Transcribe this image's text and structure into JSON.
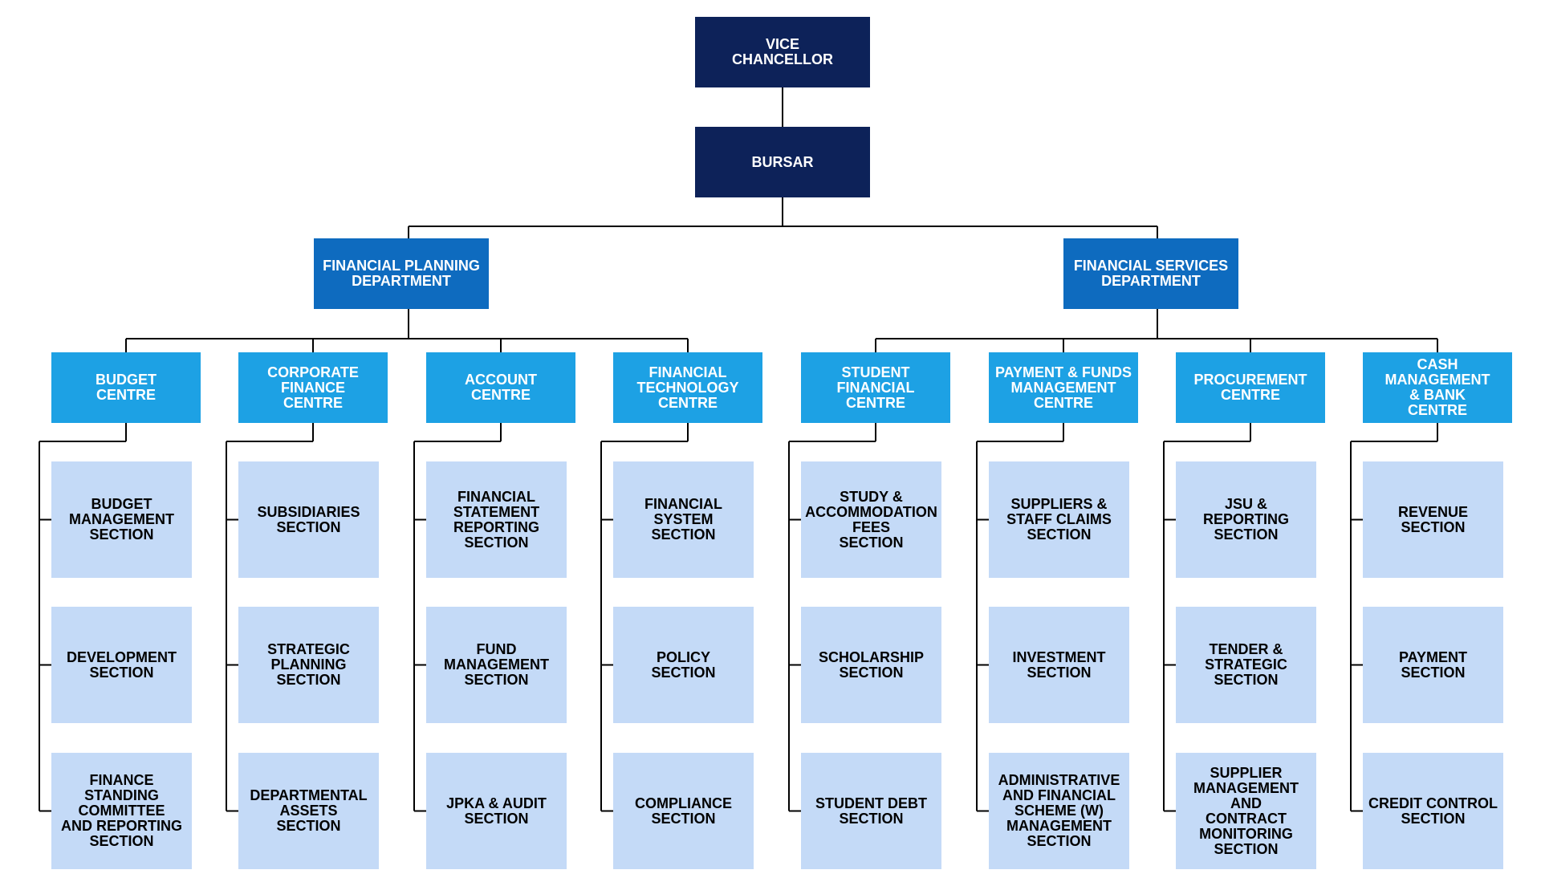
{
  "top": [
    {
      "id": "vc",
      "label": "VICE\nCHANCELLOR"
    },
    {
      "id": "bursar",
      "label": "BURSAR"
    }
  ],
  "departments": [
    {
      "label": "FINANCIAL PLANNING\nDEPARTMENT",
      "centres": [
        {
          "label": "BUDGET\nCENTRE",
          "sections": [
            "BUDGET\nMANAGEMENT\nSECTION",
            "DEVELOPMENT\nSECTION",
            "FINANCE\nSTANDING\nCOMMITTEE\nAND REPORTING\nSECTION"
          ]
        },
        {
          "label": "CORPORATE\nFINANCE\nCENTRE",
          "sections": [
            "SUBSIDIARIES\nSECTION",
            "STRATEGIC\nPLANNING\nSECTION",
            "DEPARTMENTAL\nASSETS\nSECTION"
          ]
        },
        {
          "label": "ACCOUNT\nCENTRE",
          "sections": [
            "FINANCIAL\nSTATEMENT\nREPORTING\nSECTION",
            "FUND\nMANAGEMENT\nSECTION",
            "JPKA & AUDIT\nSECTION"
          ]
        },
        {
          "label": "FINANCIAL\nTECHNOLOGY\nCENTRE",
          "sections": [
            "FINANCIAL\nSYSTEM\nSECTION",
            "POLICY\nSECTION",
            "COMPLIANCE\nSECTION"
          ]
        }
      ]
    },
    {
      "label": "FINANCIAL SERVICES\nDEPARTMENT",
      "centres": [
        {
          "label": "STUDENT\nFINANCIAL\nCENTRE",
          "sections": [
            "STUDY &\nACCOMMODATION\nFEES\nSECTION",
            "SCHOLARSHIP\nSECTION",
            "STUDENT DEBT\nSECTION"
          ]
        },
        {
          "label": "PAYMENT & FUNDS\nMANAGEMENT\nCENTRE",
          "sections": [
            "SUPPLIERS &\nSTAFF CLAIMS\nSECTION",
            "INVESTMENT\nSECTION",
            "ADMINISTRATIVE\nAND FINANCIAL\nSCHEME (W)\nMANAGEMENT\nSECTION"
          ]
        },
        {
          "label": "PROCUREMENT\nCENTRE",
          "sections": [
            "JSU & REPORTING\nSECTION",
            "TENDER &\nSTRATEGIC\nSECTION",
            "SUPPLIER\nMANAGEMENT\nAND\nCONTRACT\nMONITORING\nSECTION"
          ]
        },
        {
          "label": "CASH MANAGEMENT\n& BANK\nCENTRE",
          "sections": [
            "REVENUE\nSECTION",
            "PAYMENT\nSECTION",
            "CREDIT CONTROL\nSECTION"
          ]
        }
      ]
    }
  ],
  "colors": {
    "top": "#0d2259",
    "department": "#0e6bbf",
    "centre": "#1da1e4",
    "section": "#c4daf7",
    "line": "#000000"
  }
}
